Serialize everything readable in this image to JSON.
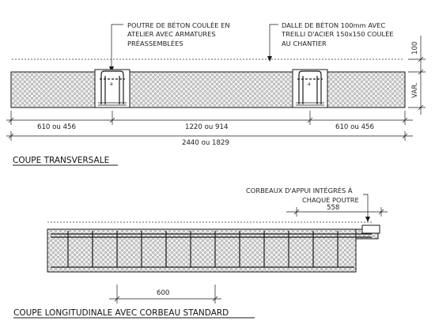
{
  "transverse": {
    "note_left": [
      "POUTRE DE BÉTON COULÉE EN",
      "ATELIER AVEC ARMATURES",
      "PRÉASSEMBLÉES"
    ],
    "note_right": [
      "DALLE DE BÉTON 100mm AVEC",
      "TREILLI D'ACIER 150x150 COULÉE",
      "AU CHANTIER"
    ],
    "dim_top": "100",
    "dim_side": "VAR.",
    "dim_left": "610 ou 456",
    "dim_mid": "1220 ou 914",
    "dim_right": "610 ou 456",
    "dim_total": "2440 ou 1829",
    "title": "COUPE TRANSVERSALE"
  },
  "longitudinal": {
    "note": [
      "CORBEAUX D'APPUI INTÉGRÉS À",
      "CHAQUE POUTRE"
    ],
    "dim_corbel": "558",
    "dim_spacing": "600",
    "title": "COUPE LONGITUDINALE AVEC CORBEAU STANDARD"
  },
  "colors": {
    "line": "#1a1a1a",
    "concrete_fill": "#efefef",
    "pattern_dot": "#8a8a8a"
  }
}
